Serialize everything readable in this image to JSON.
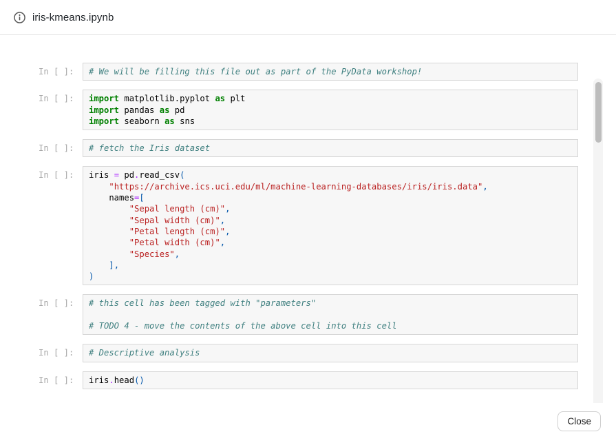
{
  "header": {
    "title": "iris-kmeans.ipynb",
    "icon": "info-icon"
  },
  "footer": {
    "close_label": "Close"
  },
  "colors": {
    "keyword": "#008000",
    "comment": "#408080",
    "string": "#BA2121",
    "operator": "#AA22FF",
    "punctuation": "#0055AA",
    "code_default": "#000000",
    "prompt_text": "#a7a7a7",
    "cell_background": "#f7f7f7",
    "cell_border": "#d6d6d6"
  },
  "notebook": {
    "prompt": "In [ ]:",
    "cells": [
      {
        "lines": [
          [
            [
              "co",
              "# We will be filling this file out as part of the PyData workshop!"
            ]
          ]
        ]
      },
      {
        "lines": [
          [
            [
              "kw",
              "import"
            ],
            [
              "pl",
              " matplotlib.pyplot "
            ],
            [
              "kw",
              "as"
            ],
            [
              "pl",
              " plt"
            ]
          ],
          [
            [
              "kw",
              "import"
            ],
            [
              "pl",
              " pandas "
            ],
            [
              "kw",
              "as"
            ],
            [
              "pl",
              " pd"
            ]
          ],
          [
            [
              "kw",
              "import"
            ],
            [
              "pl",
              " seaborn "
            ],
            [
              "kw",
              "as"
            ],
            [
              "pl",
              " sns"
            ]
          ]
        ]
      },
      {
        "lines": [
          [
            [
              "co",
              "# fetch the Iris dataset"
            ]
          ]
        ]
      },
      {
        "lines": [
          [
            [
              "pl",
              "iris "
            ],
            [
              "op",
              "="
            ],
            [
              "pl",
              " pd"
            ],
            [
              "op",
              "."
            ],
            [
              "pl",
              "read_csv"
            ],
            [
              "pu",
              "("
            ]
          ],
          [
            [
              "pl",
              "    "
            ],
            [
              "st",
              "\"https://archive.ics.uci.edu/ml/machine-learning-databases/iris/iris.data\""
            ],
            [
              "pu",
              ","
            ]
          ],
          [
            [
              "pl",
              "    names"
            ],
            [
              "op",
              "="
            ],
            [
              "pu",
              "["
            ]
          ],
          [
            [
              "pl",
              "        "
            ],
            [
              "st",
              "\"Sepal length (cm)\""
            ],
            [
              "pu",
              ","
            ]
          ],
          [
            [
              "pl",
              "        "
            ],
            [
              "st",
              "\"Sepal width (cm)\""
            ],
            [
              "pu",
              ","
            ]
          ],
          [
            [
              "pl",
              "        "
            ],
            [
              "st",
              "\"Petal length (cm)\""
            ],
            [
              "pu",
              ","
            ]
          ],
          [
            [
              "pl",
              "        "
            ],
            [
              "st",
              "\"Petal width (cm)\""
            ],
            [
              "pu",
              ","
            ]
          ],
          [
            [
              "pl",
              "        "
            ],
            [
              "st",
              "\"Species\""
            ],
            [
              "pu",
              ","
            ]
          ],
          [
            [
              "pl",
              "    "
            ],
            [
              "pu",
              "],"
            ]
          ],
          [
            [
              "pu",
              ")"
            ]
          ]
        ]
      },
      {
        "lines": [
          [
            [
              "co",
              "# this cell has been tagged with \"parameters\""
            ]
          ],
          [],
          [
            [
              "co",
              "# TODO 4 - move the contents of the above cell into this cell"
            ]
          ]
        ]
      },
      {
        "lines": [
          [
            [
              "co",
              "# Descriptive analysis"
            ]
          ]
        ]
      },
      {
        "lines": [
          [
            [
              "pl",
              "iris"
            ],
            [
              "op",
              "."
            ],
            [
              "pl",
              "head"
            ],
            [
              "pu",
              "()"
            ]
          ]
        ]
      }
    ]
  }
}
